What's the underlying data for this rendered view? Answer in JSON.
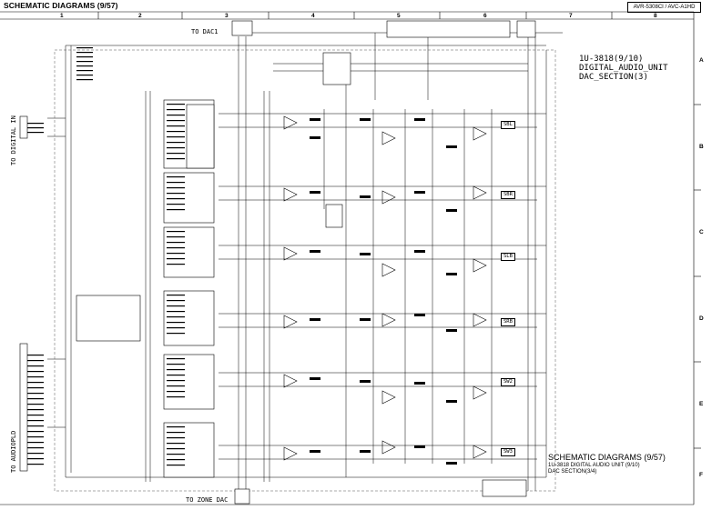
{
  "header": {
    "title": "SCHEMATIC DIAGRAMS (9/57)",
    "model": "AVR-5308CI / AVC-A1HD"
  },
  "grid": {
    "columns": [
      "1",
      "2",
      "3",
      "4",
      "5",
      "6",
      "7",
      "8"
    ],
    "rows": [
      "A",
      "B",
      "C",
      "D",
      "E",
      "F"
    ]
  },
  "board_label": {
    "line1": "1U-3818(9/10)",
    "line2": "DIGITAL_AUDIO_UNIT",
    "line3": "DAC_SECTION(3)"
  },
  "connectors": {
    "to_dac1": "TO DAC1",
    "to_digital_in": "TO DIGITAL IN",
    "to_audiopld": "TO AUDIOPLD",
    "to_zone_dac": "TO ZONE DAC"
  },
  "outputs": [
    "SBL",
    "SBR",
    "SLB",
    "SRB",
    "SW2",
    "SW3"
  ],
  "footer": {
    "title": "SCHEMATIC DIAGRAMS (9/57)",
    "line1": "1U-3818   DIGITAL AUDIO UNIT (9/10)",
    "line2": "DAC SECTION(3/4)"
  }
}
